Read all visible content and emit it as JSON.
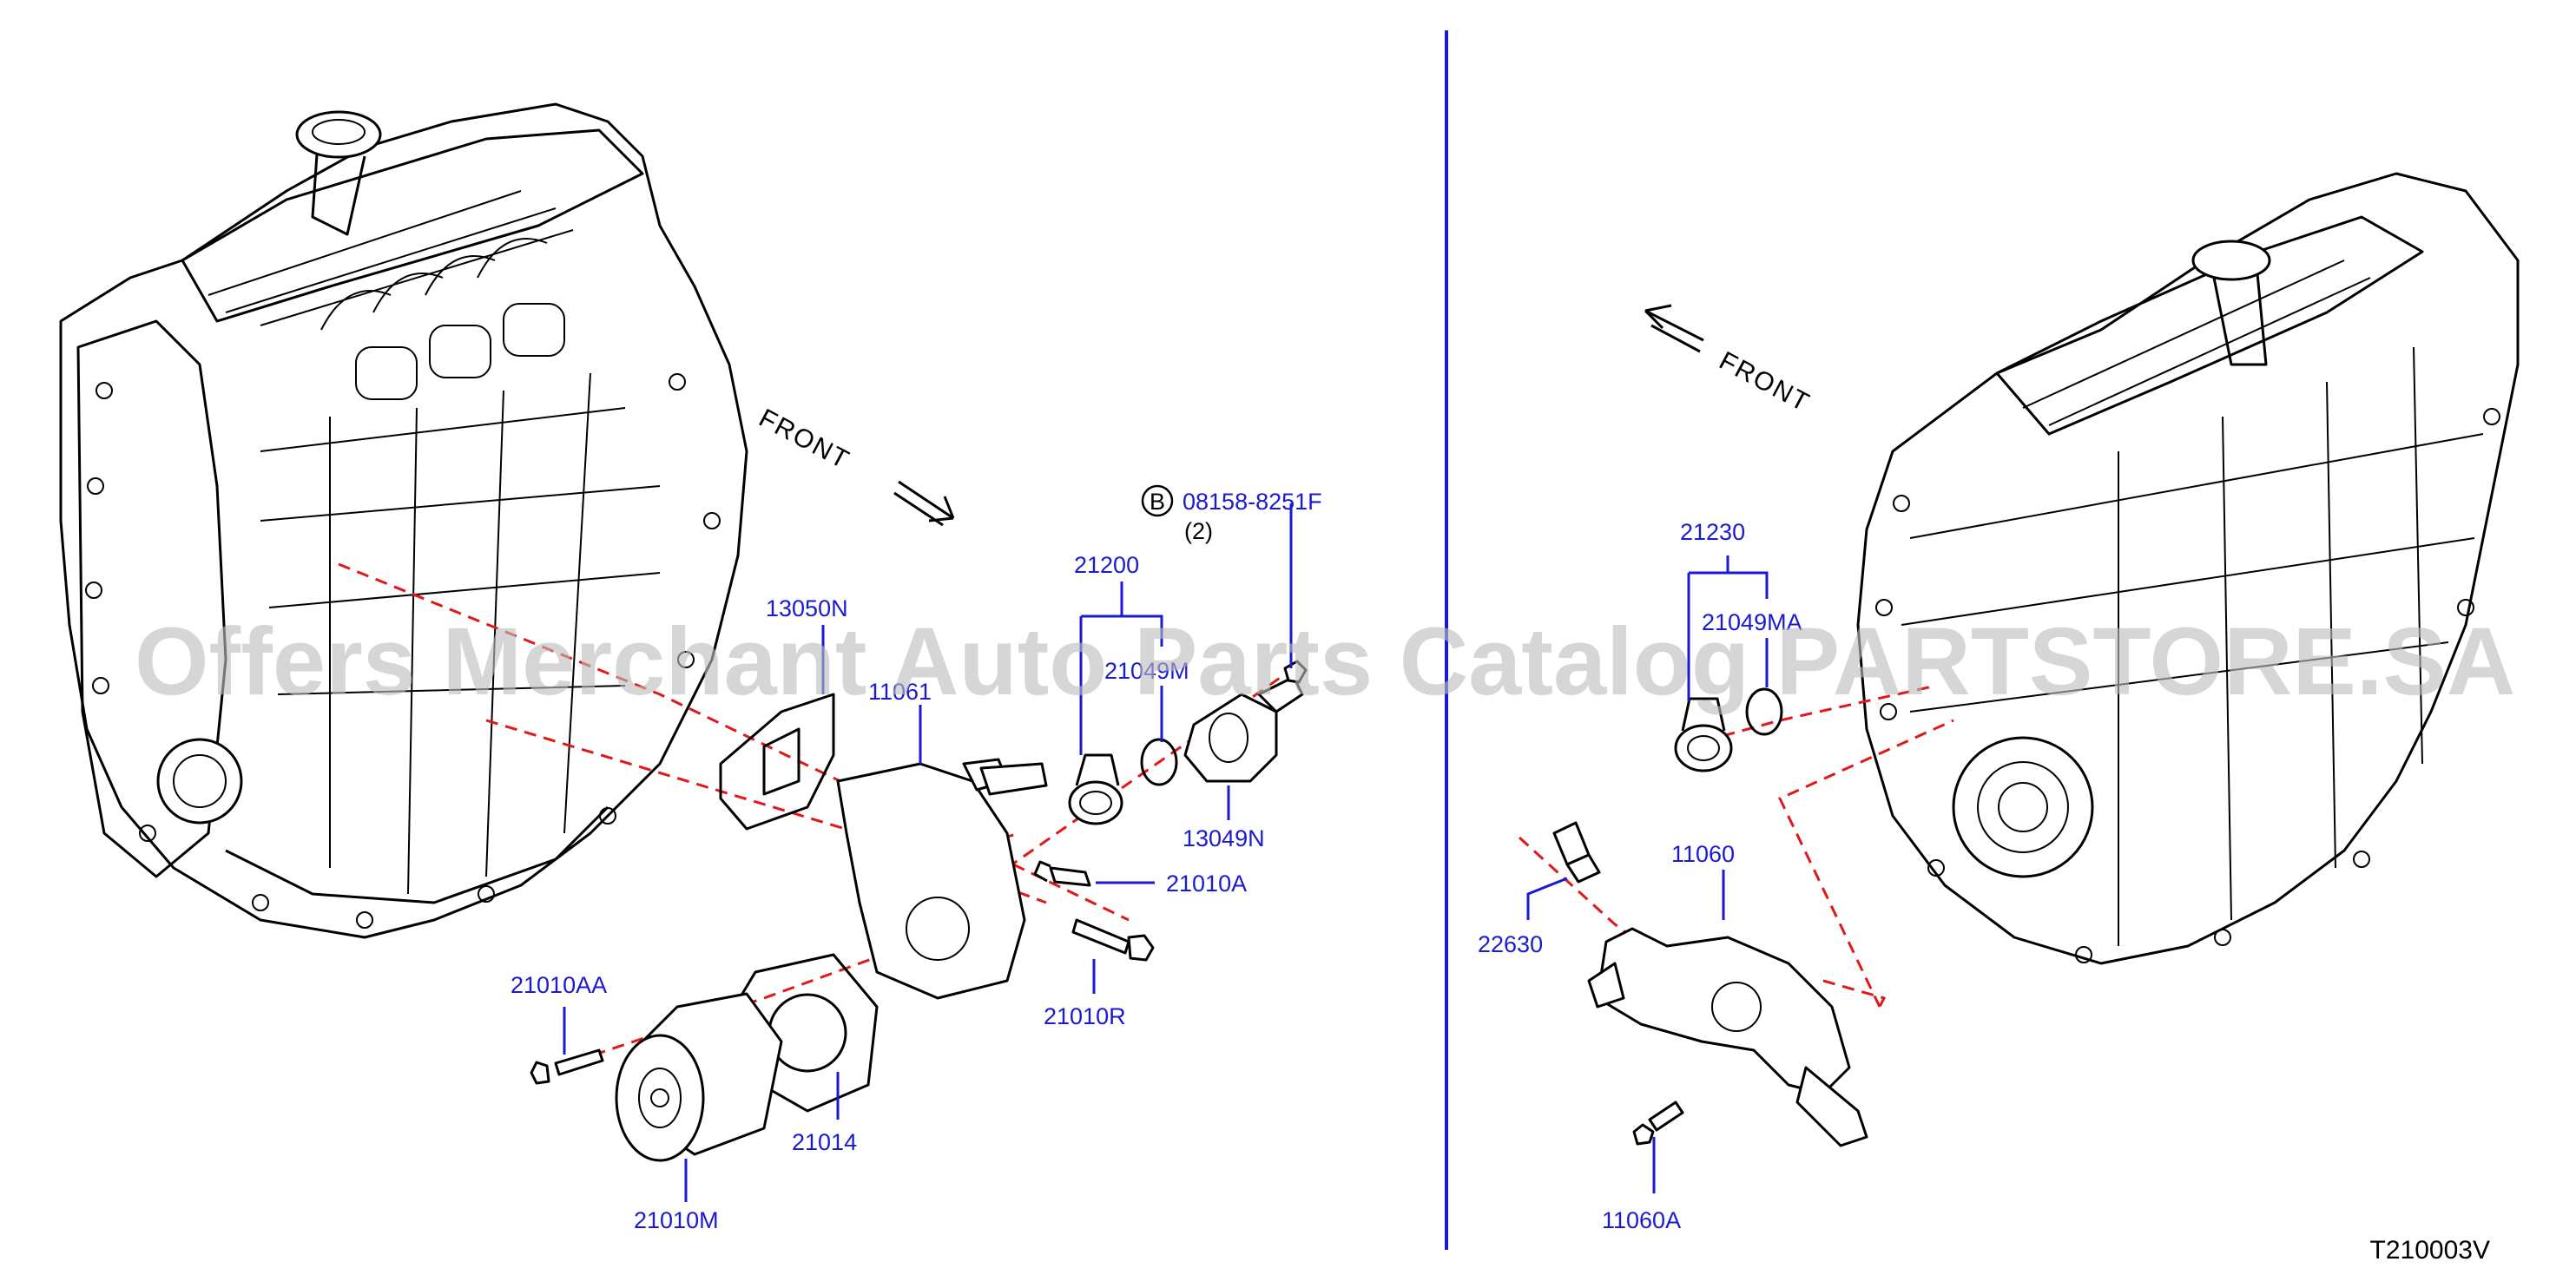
{
  "watermark": "Offers Merchant Auto Parts Catalog PARTSTORE.SA",
  "diagram_code": "T210003V",
  "front_label": "FRONT",
  "left_view": {
    "parts": {
      "p13050N": "13050N",
      "p11061": "11061",
      "p21200": "21200",
      "p21049M": "21049M",
      "p13049N": "13049N",
      "p21010A": "21010A",
      "p21010R": "21010R",
      "p21010AA": "21010AA",
      "p21014": "21014",
      "p21010M": "21010M"
    },
    "bolt_ref": {
      "marker": "B",
      "part": "08158-8251F",
      "qty": "(2)"
    }
  },
  "right_view": {
    "parts": {
      "p21230": "21230",
      "p21049MA": "21049MA",
      "p11060": "11060",
      "p22630": "22630",
      "p11060A": "11060A"
    }
  }
}
